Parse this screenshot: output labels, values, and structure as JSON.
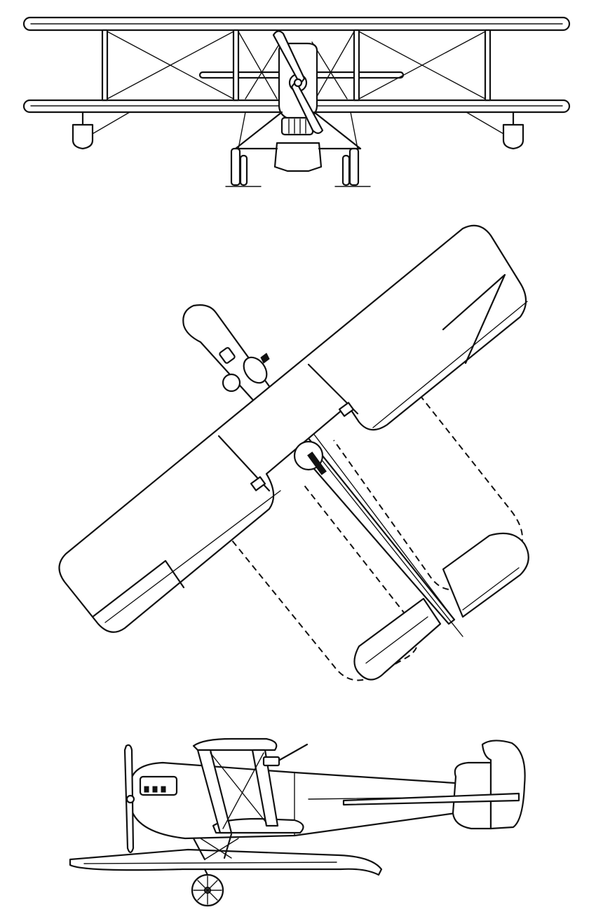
{
  "drawing": {
    "subject": "",
    "views": [
      "front",
      "plan",
      "side"
    ],
    "line_color": "#111111",
    "background_color": "#ffffff"
  }
}
